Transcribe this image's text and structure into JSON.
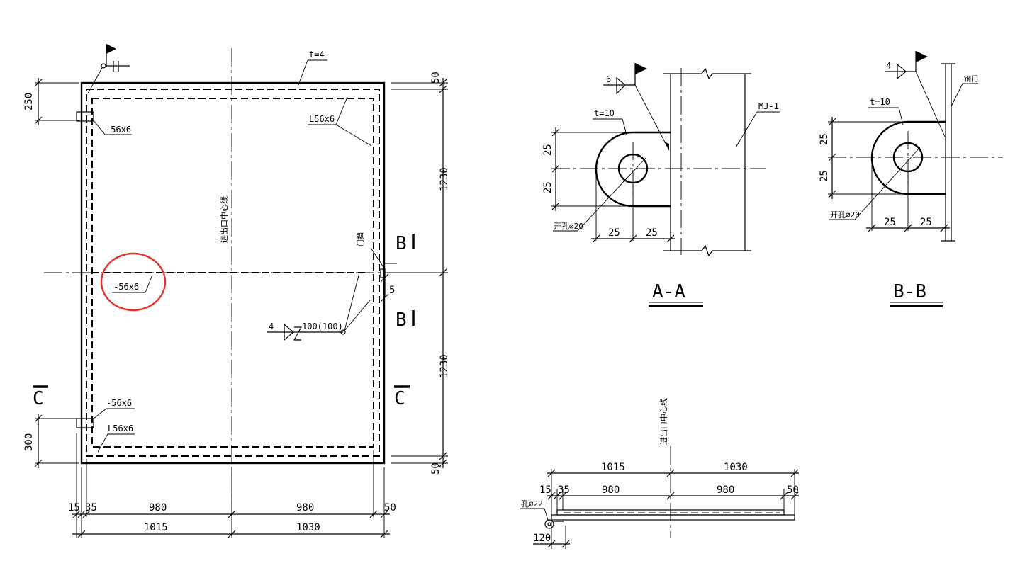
{
  "colors": {
    "line": "#000000",
    "highlight": "#e8302a",
    "background": "#ffffff"
  },
  "elevation": {
    "thickness": "t=4",
    "angle_frame": "L56x6",
    "angle_frame_bottom": "L56x6",
    "hinge_plate_top": "-56x6",
    "hinge_plate_bottom": "-56x6",
    "mid_bar": "-56x6",
    "centerline_label": "进出口中心线",
    "door_stop": "门挡",
    "weld_size": "4",
    "weld_length": "100(100)",
    "dims": {
      "top_left": "250",
      "bottom_left": "300",
      "top_right": "50",
      "upper_right": "1230",
      "lower_right": "1230",
      "bottom_right": "50",
      "gap": "5",
      "row1": [
        "15",
        "35",
        "980",
        "980",
        "50"
      ],
      "row2": [
        "1015",
        "1030"
      ]
    },
    "section_marks": {
      "b": "B",
      "c": "C"
    }
  },
  "section_aa": {
    "title": "A-A",
    "weld": "6",
    "plate": "t=10",
    "member": "MJ-1",
    "hole": "开孔⌀20",
    "dims_v": [
      "25",
      "25"
    ],
    "dims_h": [
      "25",
      "25"
    ]
  },
  "section_bb": {
    "title": "B-B",
    "weld": "4",
    "plate": "t=10",
    "door": "钢门",
    "hole": "开孔⌀20",
    "dims_v": [
      "25",
      "25"
    ],
    "dims_h": [
      "25",
      "25"
    ]
  },
  "plan": {
    "centerline_label": "进出口中心线",
    "hole": "孔⌀22",
    "dims_top": [
      "1015",
      "1030"
    ],
    "dims_mid": [
      "15",
      "35",
      "980",
      "980",
      "50"
    ],
    "dim_bottom": "120"
  }
}
